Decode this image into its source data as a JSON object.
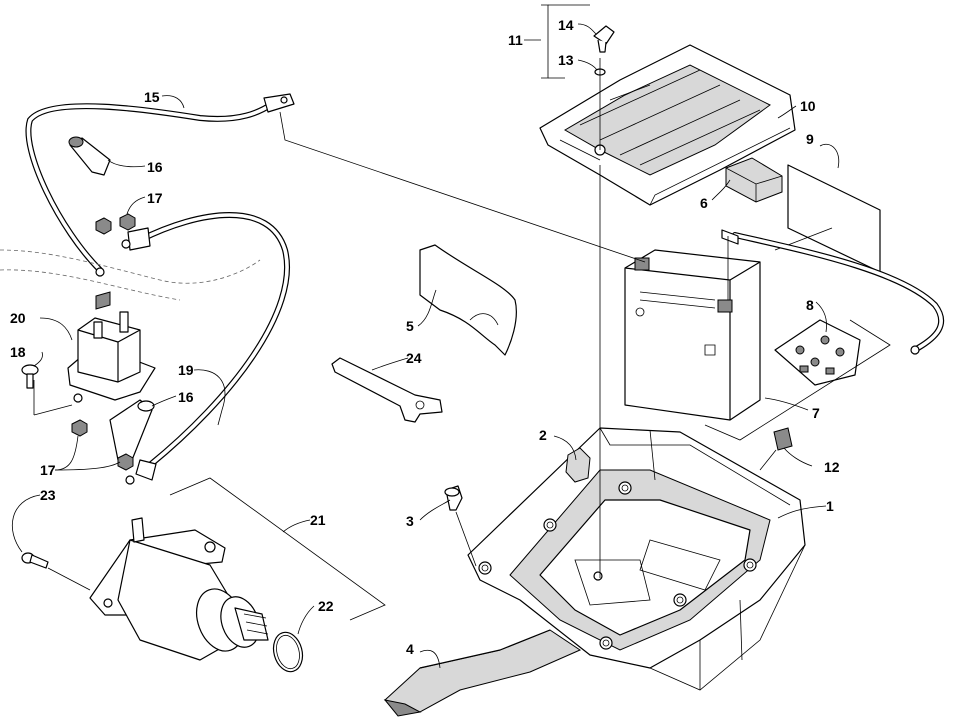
{
  "diagram": {
    "callouts": [
      {
        "id": "c1",
        "text": "1"
      },
      {
        "id": "c2",
        "text": "2"
      },
      {
        "id": "c3",
        "text": "3"
      },
      {
        "id": "c4",
        "text": "4"
      },
      {
        "id": "c5",
        "text": "5"
      },
      {
        "id": "c6",
        "text": "6"
      },
      {
        "id": "c7",
        "text": "7"
      },
      {
        "id": "c8",
        "text": "8"
      },
      {
        "id": "c9",
        "text": "9"
      },
      {
        "id": "c10",
        "text": "10"
      },
      {
        "id": "c11",
        "text": "11"
      },
      {
        "id": "c12",
        "text": "12"
      },
      {
        "id": "c13",
        "text": "13"
      },
      {
        "id": "c14",
        "text": "14"
      },
      {
        "id": "c15",
        "text": "15"
      },
      {
        "id": "c16a",
        "text": "16"
      },
      {
        "id": "c16b",
        "text": "16"
      },
      {
        "id": "c17a",
        "text": "17"
      },
      {
        "id": "c17b",
        "text": "17"
      },
      {
        "id": "c18",
        "text": "18"
      },
      {
        "id": "c19",
        "text": "19"
      },
      {
        "id": "c20",
        "text": "20"
      },
      {
        "id": "c21",
        "text": "21"
      },
      {
        "id": "c22",
        "text": "22"
      },
      {
        "id": "c23",
        "text": "23"
      },
      {
        "id": "c24",
        "text": "24"
      }
    ]
  }
}
